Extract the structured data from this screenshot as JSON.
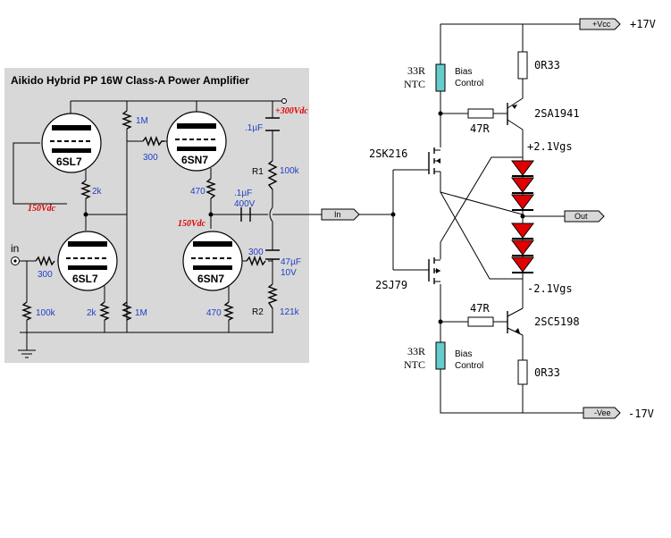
{
  "title": "Aikido Hybrid PP 16W Class-A Power Amplifier",
  "tubes": {
    "v1_top": "6SL7",
    "v2_top": "6SN7",
    "v1_bot": "6SL7",
    "v2_bot": "6SN7"
  },
  "tube_stage_labels": {
    "r_top_2k": "2k",
    "r_1m_top": "1M",
    "r_300_top": "300",
    "r_470_top": "470",
    "c_top": ".1µF",
    "r1_value": "100k",
    "r1_name": "R1",
    "c_coupling_value": ".1µF",
    "c_coupling_voltage": "400V",
    "r_300_right": "300",
    "c_47_value": "47µF",
    "c_47_voltage": "10V",
    "r2_value": "121k",
    "r2_name": "R2",
    "r_300_in": "300",
    "r_100k_in": "100k",
    "r_2k_bot": "2k",
    "r_1m_bot": "1M",
    "r_470_bot": "470",
    "in_label": "in",
    "v300": "+300Vdc",
    "v150_left": "150Vdc",
    "v150_right": "150Vdc"
  },
  "output_stage": {
    "vcc_tag": "+Vcc",
    "vcc_voltage": "+17V",
    "vee_tag": "-Vee",
    "vee_voltage": "-17V",
    "in_tag": "In",
    "out_tag": "Out",
    "ntc_top_value": "33R",
    "ntc_top_type": "NTC",
    "bias_top_1": "Bias",
    "bias_top_2": "Control",
    "ntc_bot_value": "33R",
    "ntc_bot_type": "NTC",
    "bias_bot_1": "Bias",
    "bias_bot_2": "Control",
    "r_0r33_top": "0R33",
    "r_0r33_bot": "0R33",
    "r_47r_top": "47R",
    "r_47r_bot": "47R",
    "q_top": "2SA1941",
    "q_bot": "2SC5198",
    "fet_top": "2SK216",
    "fet_bot": "2SJ79",
    "vgs_top": "+2.1Vgs",
    "vgs_bot": "-2.1Vgs"
  },
  "colors": {
    "panel": "#d8d8d8",
    "ntc": "#66cccc",
    "diode": "#e00000",
    "label_blue": "#1f3ec7",
    "label_red": "#e00000"
  }
}
